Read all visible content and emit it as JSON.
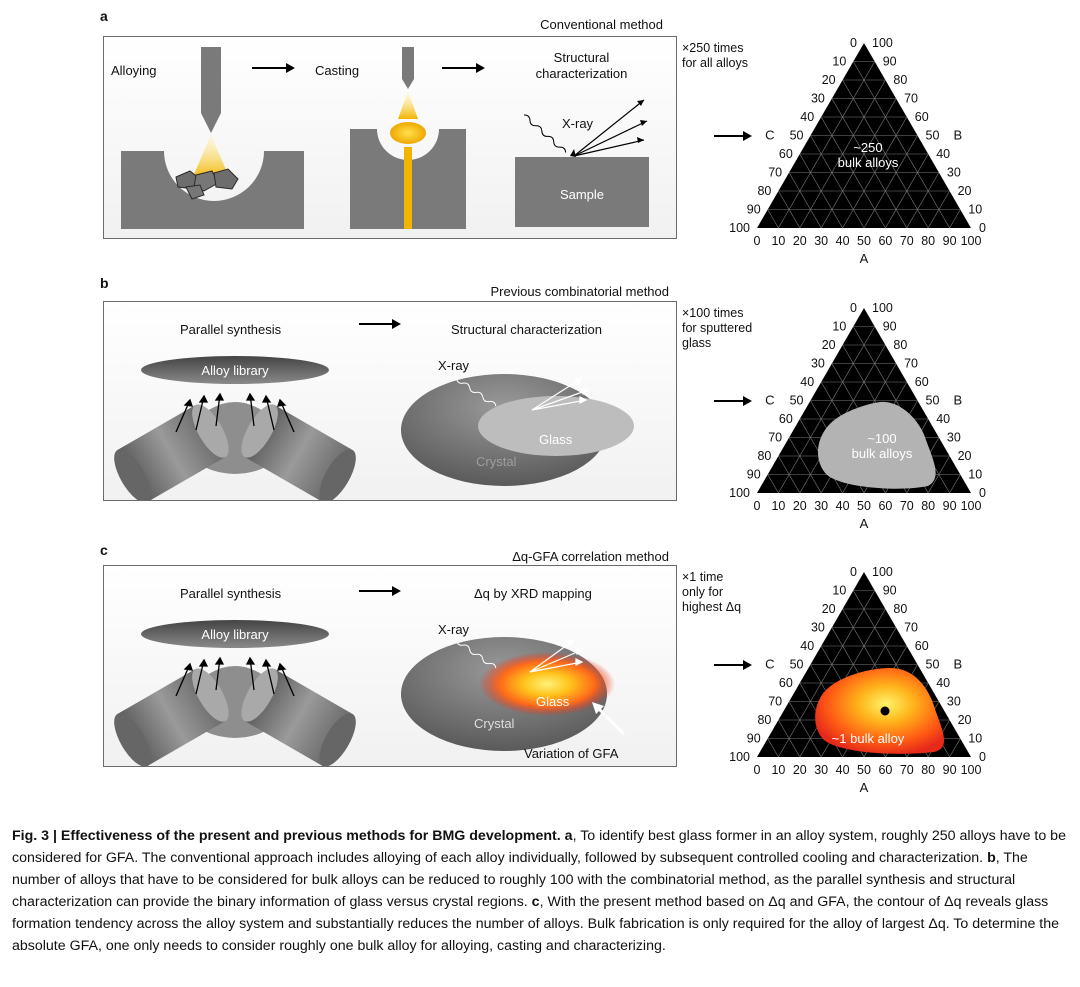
{
  "panels": {
    "a": {
      "letter": "a",
      "title": "Conventional method",
      "alloying": "Alloying",
      "casting": "Casting",
      "structural_char": "Structural\ncharacterization",
      "xray": "X-ray",
      "sample": "Sample",
      "times": "×250 times\nfor all alloys",
      "region_label": "~250\nbulk alloys"
    },
    "b": {
      "letter": "b",
      "title": "Previous combinatorial method",
      "parallel": "Parallel synthesis",
      "structural_char": "Structural characterization",
      "alloy_library": "Alloy library",
      "xray": "X-ray",
      "glass": "Glass",
      "crystal": "Crystal",
      "times": "×100 times\nfor sputtered\nglass",
      "region_label": "~100\nbulk alloys"
    },
    "c": {
      "letter": "c",
      "title": "Δq-GFA correlation method",
      "parallel": "Parallel synthesis",
      "dq_mapping": "Δq by XRD mapping",
      "alloy_library": "Alloy library",
      "xray": "X-ray",
      "glass": "Glass",
      "crystal": "Crystal",
      "variation": "Variation of GFA",
      "times": "×1 time\nonly for\nhighest Δq",
      "region_label": "~1 bulk alloy"
    }
  },
  "ternary": {
    "corner_labels": [
      "A",
      "B",
      "C"
    ],
    "ticks": [
      "0",
      "10",
      "20",
      "30",
      "40",
      "50",
      "60",
      "70",
      "80",
      "90",
      "100"
    ]
  },
  "caption": {
    "fig": "Fig. 3 | Effectiveness of the present and previous methods for BMG development.",
    "a_letter": "a",
    "a_text": ", To identify best glass former in an alloy system, roughly 250 alloys have to be considered for GFA. The conventional approach includes alloying of each alloy individually, followed by subsequent controlled cooling and characterization. ",
    "b_letter": "b",
    "b_text": ", The number of alloys that have to be considered for bulk alloys can be reduced to roughly 100 with the combinatorial method, as the parallel synthesis and structural characterization can provide the binary information of glass versus crystal regions. ",
    "c_letter": "c",
    "c_text": ", With the present method based on Δq and GFA, the contour of Δq reveals glass formation tendency across the alloy system and substantially reduces the number of alloys. Bulk fabrication is only required for the alloy of largest Δq. To determine the absolute GFA, one only needs to consider roughly one bulk alloy for alloying, casting and characterizing."
  },
  "colors": {
    "gray": "#7a7a7a",
    "dark": "#000000",
    "gold": "#f2b400",
    "red": "#e52a1a",
    "yellow": "#ffe94a"
  }
}
